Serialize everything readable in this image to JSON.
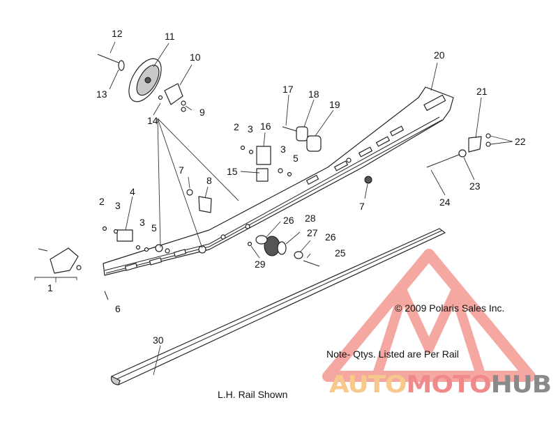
{
  "diagram": {
    "callouts": [
      {
        "id": "c1",
        "label": "1"
      },
      {
        "id": "c2a",
        "label": "2"
      },
      {
        "id": "c2b",
        "label": "2"
      },
      {
        "id": "c3a",
        "label": "3"
      },
      {
        "id": "c3b",
        "label": "3"
      },
      {
        "id": "c3c",
        "label": "3"
      },
      {
        "id": "c3d",
        "label": "3"
      },
      {
        "id": "c4",
        "label": "4"
      },
      {
        "id": "c5a",
        "label": "5"
      },
      {
        "id": "c5b",
        "label": "5"
      },
      {
        "id": "c6",
        "label": "6"
      },
      {
        "id": "c7a",
        "label": "7"
      },
      {
        "id": "c7b",
        "label": "7"
      },
      {
        "id": "c8",
        "label": "8"
      },
      {
        "id": "c9",
        "label": "9"
      },
      {
        "id": "c10",
        "label": "10"
      },
      {
        "id": "c11",
        "label": "11"
      },
      {
        "id": "c12",
        "label": "12"
      },
      {
        "id": "c13",
        "label": "13"
      },
      {
        "id": "c14",
        "label": "14"
      },
      {
        "id": "c15",
        "label": "15"
      },
      {
        "id": "c16",
        "label": "16"
      },
      {
        "id": "c17",
        "label": "17"
      },
      {
        "id": "c18",
        "label": "18"
      },
      {
        "id": "c19",
        "label": "19"
      },
      {
        "id": "c20",
        "label": "20"
      },
      {
        "id": "c21",
        "label": "21"
      },
      {
        "id": "c22",
        "label": "22"
      },
      {
        "id": "c23",
        "label": "23"
      },
      {
        "id": "c24",
        "label": "24"
      },
      {
        "id": "c25",
        "label": "25"
      },
      {
        "id": "c26a",
        "label": "26"
      },
      {
        "id": "c26b",
        "label": "26"
      },
      {
        "id": "c27",
        "label": "27"
      },
      {
        "id": "c28",
        "label": "28"
      },
      {
        "id": "c29",
        "label": "29"
      },
      {
        "id": "c30",
        "label": "30"
      }
    ],
    "copyright": "© 2009 Polaris Sales Inc.",
    "note": "Note- Qtys. Listed are Per Rail",
    "caption": "L.H. Rail Shown"
  },
  "watermark": {
    "part1": "AUTO",
    "part2": "MOTO",
    "part3": "HUB",
    "colors": {
      "auto": "#f7c98c",
      "moto": "#f08a8a",
      "hub": "#8a8a8a",
      "logo": "#f28b82"
    }
  }
}
